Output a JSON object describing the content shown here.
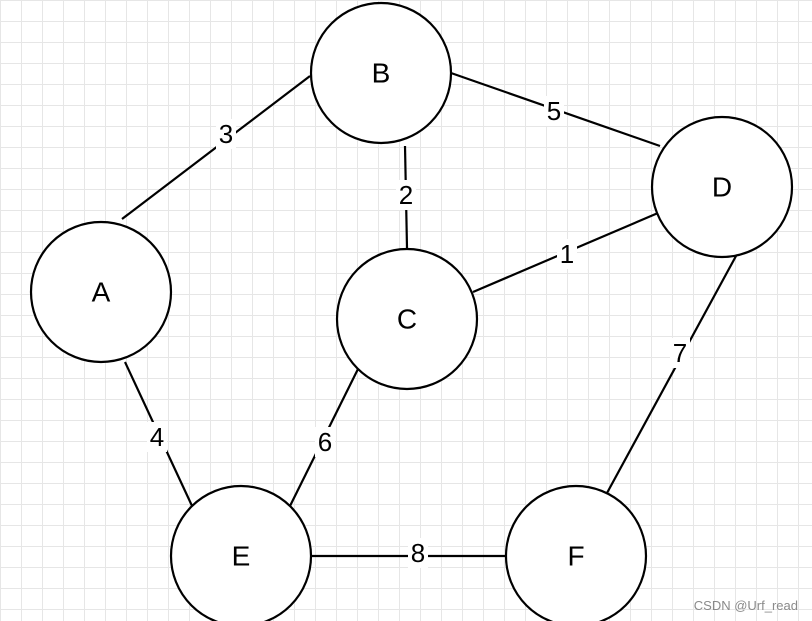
{
  "graph": {
    "nodes": [
      {
        "id": "A",
        "label": "A"
      },
      {
        "id": "B",
        "label": "B"
      },
      {
        "id": "C",
        "label": "C"
      },
      {
        "id": "D",
        "label": "D"
      },
      {
        "id": "E",
        "label": "E"
      },
      {
        "id": "F",
        "label": "F"
      }
    ],
    "edges": [
      {
        "from": "A",
        "to": "B",
        "weight": "3"
      },
      {
        "from": "B",
        "to": "D",
        "weight": "5"
      },
      {
        "from": "B",
        "to": "C",
        "weight": "2"
      },
      {
        "from": "C",
        "to": "D",
        "weight": "1"
      },
      {
        "from": "A",
        "to": "E",
        "weight": "4"
      },
      {
        "from": "C",
        "to": "E",
        "weight": "6"
      },
      {
        "from": "D",
        "to": "F",
        "weight": "7"
      },
      {
        "from": "E",
        "to": "F",
        "weight": "8"
      }
    ]
  },
  "watermark": "CSDN @Urf_read"
}
